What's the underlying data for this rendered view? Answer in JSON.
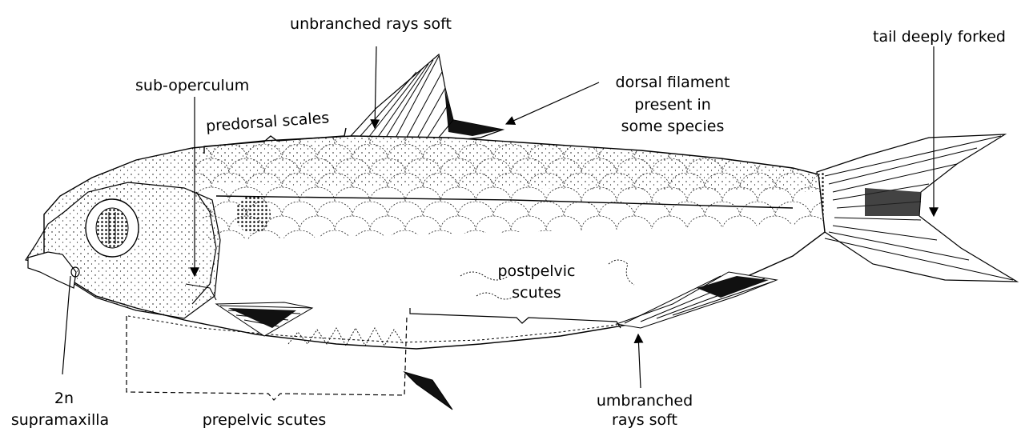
{
  "labels": {
    "unbranched_rays_dorsal": "unbranched rays soft",
    "sub_operculum": "sub-operculum",
    "dorsal_filament_1": "dorsal filament",
    "dorsal_filament_2": "present in",
    "dorsal_filament_3": "some species",
    "tail": "tail deeply forked",
    "predorsal": "predorsal scales",
    "postpelvic_1": "postpelvic",
    "postpelvic_2": "scutes",
    "supramaxilla_1": "2n",
    "supramaxilla_2": "supramaxilla",
    "prepelvic": "prepelvic scutes",
    "anal_rays_1": "umbranched",
    "anal_rays_2": "rays soft"
  }
}
